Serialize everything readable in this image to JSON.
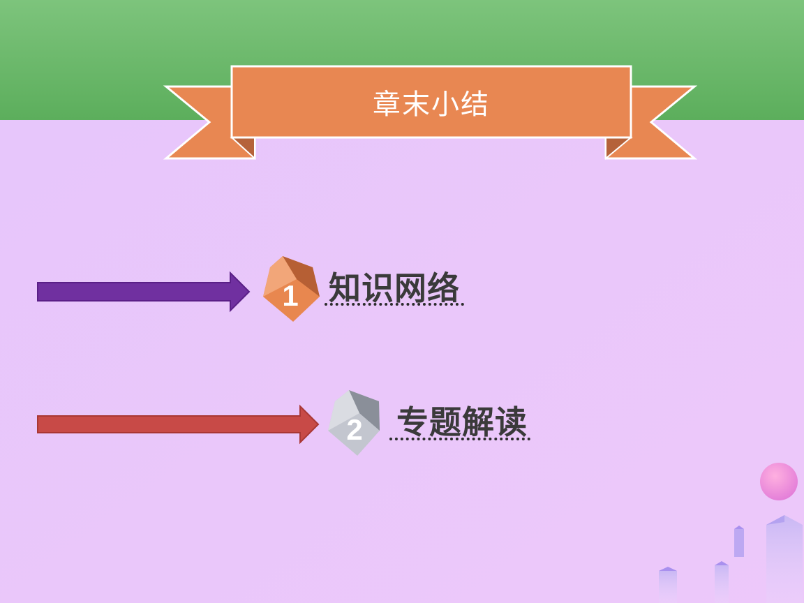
{
  "title": "章末小结",
  "items": [
    {
      "number": "1",
      "label": "知识网络",
      "arrow_color": "#7030a0",
      "badge_color": "#e8874f"
    },
    {
      "number": "2",
      "label": "专题解读",
      "arrow_color": "#c84a47",
      "badge_color": "#c3c6cf"
    }
  ],
  "colors": {
    "header_green": "#66b666",
    "background_lilac": "#e6c8fa",
    "ribbon_orange": "#e88752"
  },
  "decoration": {
    "sphere": "pink-sphere",
    "bars": "bar-chart-decoration-icon"
  }
}
